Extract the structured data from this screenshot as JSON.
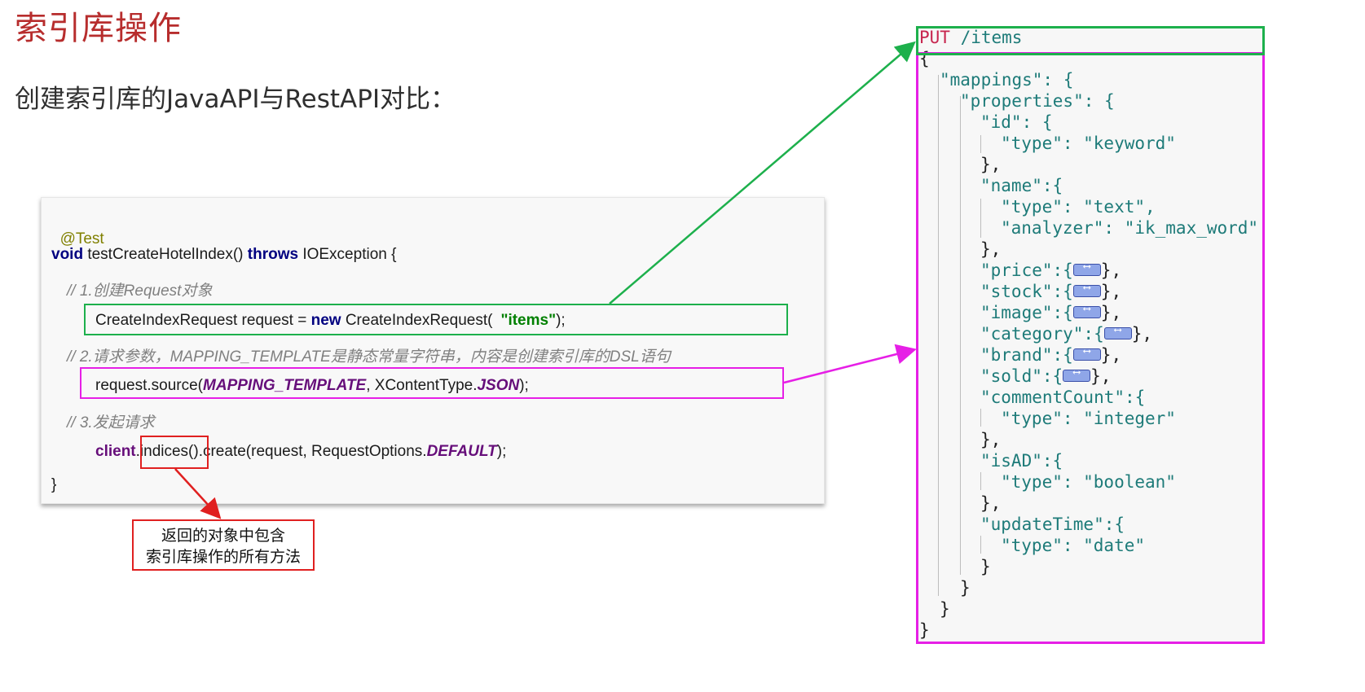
{
  "slide": {
    "title": "索引库操作",
    "subtitle": "创建索引库的JavaAPI与RestAPI对比："
  },
  "java_code": {
    "annotation": "@Test",
    "sig_void": "void",
    "sig_method": " testCreateHotelIndex() ",
    "sig_throws": "throws",
    "sig_rest": " IOException {",
    "comment1": "// 1.创建Request对象",
    "line1_a": "CreateIndexRequest request = ",
    "line1_new": "new",
    "line1_b": " CreateIndexRequest(",
    "line1_str": "\"items\"",
    "line1_c": ");",
    "comment2": "// 2.请求参数，MAPPING_TEMPLATE是静态常量字符串，内容是创建索引库的DSL语句",
    "line2_a": "request.source(",
    "line2_const": "MAPPING_TEMPLATE",
    "line2_b": ", XContentType.",
    "line2_json": "JSON",
    "line2_c": ");",
    "comment3": "// 3.发起请求",
    "line3_client": "client",
    "line3_a": ".indices().create(request, RequestOptions.",
    "line3_default": "DEFAULT",
    "line3_b": ");",
    "closing": "}"
  },
  "callout": {
    "line1": "返回的对象中包含",
    "line2": "索引库操作的所有方法"
  },
  "rest": {
    "verb": "PUT",
    "path": "/items",
    "lines": {
      "open": "{",
      "mappings": "\"mappings\": {",
      "properties": "\"properties\": {",
      "id": "\"id\": {",
      "id_type": "\"type\": \"keyword\"",
      "id_close": "},",
      "name": "\"name\":{",
      "name_type": "\"type\": \"text\",",
      "name_analyzer": "\"analyzer\": \"ik_max_word\"",
      "name_close": "},",
      "price": "\"price\":{",
      "stock": "\"stock\":{",
      "image": "\"image\":{",
      "category": "\"category\":{",
      "brand": "\"brand\":{",
      "sold": "\"sold\":{",
      "folded_close": "},",
      "commentCount": "\"commentCount\":{",
      "commentCount_type": "\"type\": \"integer\"",
      "commentCount_close": "},",
      "isAD": "\"isAD\":{",
      "isAD_type": "\"type\": \"boolean\"",
      "isAD_close": "},",
      "updateTime": "\"updateTime\":{",
      "updateTime_type": "\"type\": \"date\"",
      "updateTime_close": "}",
      "properties_close": "}",
      "mappings_close": "}",
      "close": "}"
    }
  },
  "colors": {
    "title_red": "#b72d2d",
    "green_box": "#1db04c",
    "magenta_box": "#e61fe6",
    "red_box": "#e02020"
  }
}
